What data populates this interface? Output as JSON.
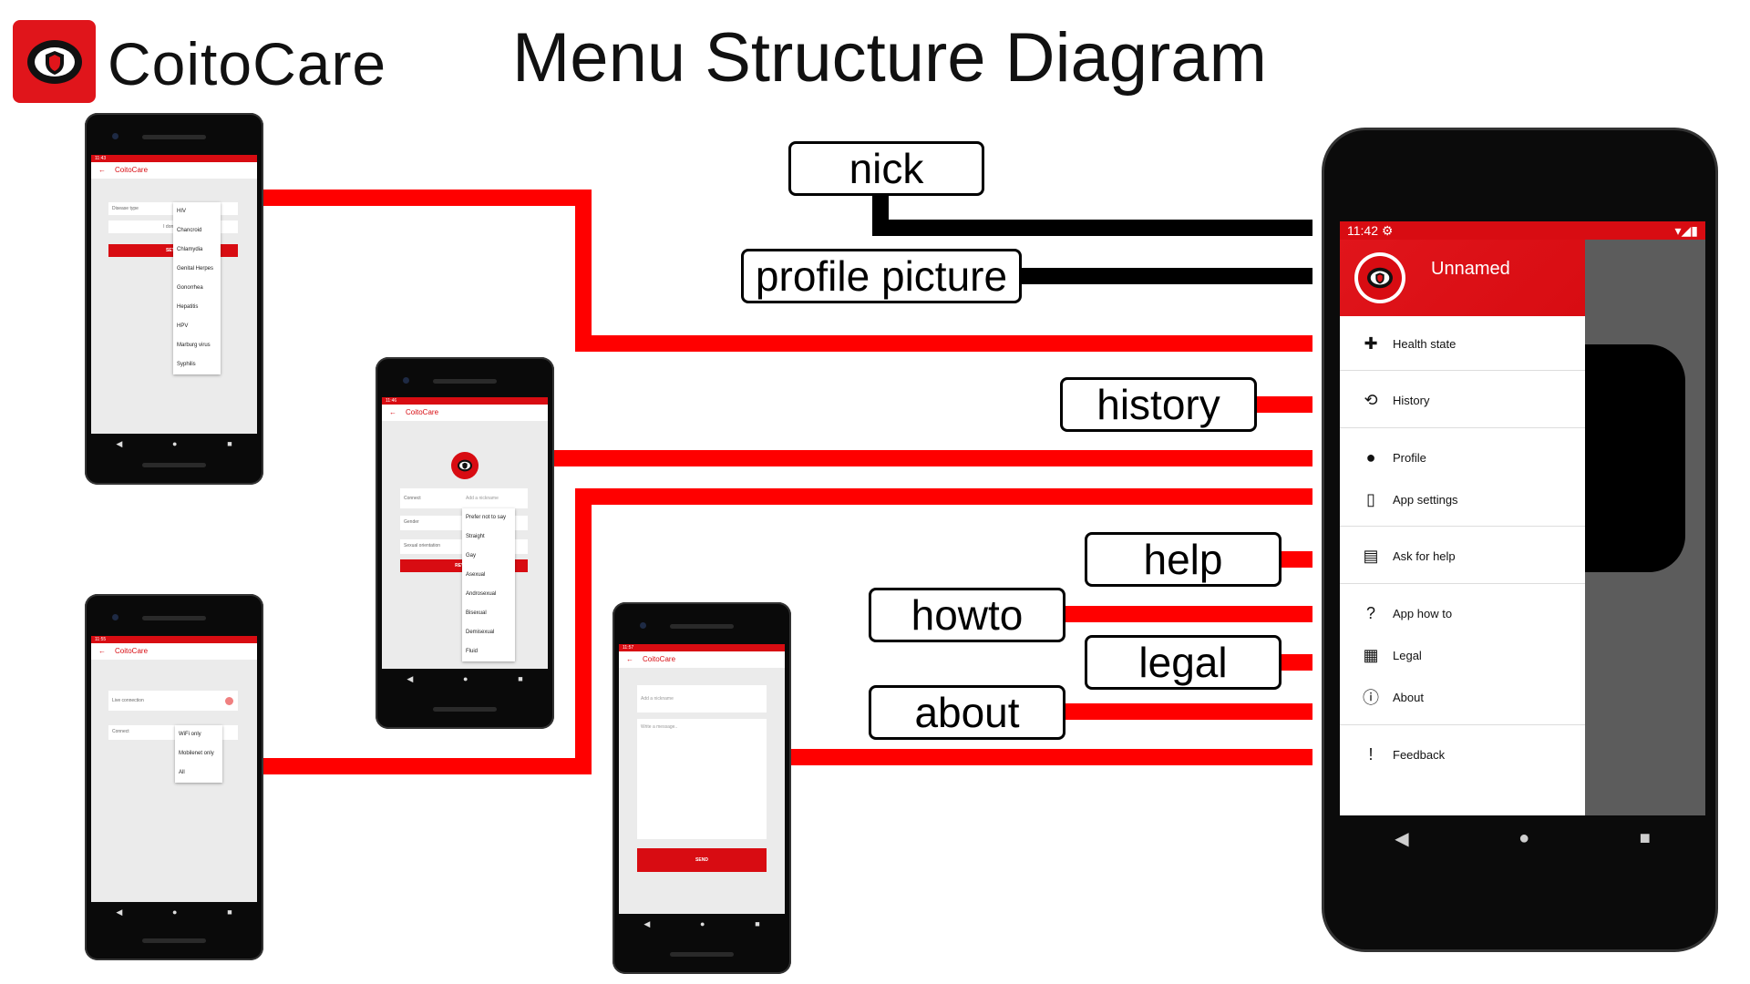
{
  "header": {
    "brand": "CoitoCare",
    "title": "Menu Structure Diagram"
  },
  "labels": {
    "nick": "nick",
    "profile_picture": "profile picture",
    "history": "history",
    "help": "help",
    "howto": "howto",
    "legal": "legal",
    "about": "about"
  },
  "colors": {
    "brand_red": "#e0151b",
    "connector_red": "#ff0000",
    "connector_black": "#000000"
  },
  "main_phone": {
    "time": "11:42",
    "user_name": "Unnamed",
    "menu": [
      {
        "icon": "medical-kit-icon",
        "label": "Health state"
      },
      {
        "icon": "history-icon",
        "label": "History"
      },
      {
        "icon": "person-icon",
        "label": "Profile"
      },
      {
        "icon": "phone-settings-icon",
        "label": "App settings"
      },
      {
        "icon": "chat-icon",
        "label": "Ask for help"
      },
      {
        "icon": "help-circle-icon",
        "label": "App how to"
      },
      {
        "icon": "library-icon",
        "label": "Legal"
      },
      {
        "icon": "info-icon",
        "label": "About"
      },
      {
        "icon": "feedback-icon",
        "label": "Feedback"
      }
    ]
  },
  "phone_health": {
    "time": "11:43",
    "app_title": "CoitoCare",
    "field_label": "Disease type",
    "field2": "I don't have",
    "button": "SET DI",
    "options": [
      "HIV",
      "Chancroid",
      "Chlamydia",
      "Genital Herpes",
      "Gonorrhea",
      "Hepatitis",
      "HPV",
      "Marburg virus",
      "Syphilis"
    ]
  },
  "phone_profile": {
    "time": "11:46",
    "app_title": "CoitoCare",
    "connect_label": "Connect",
    "nick_placeholder": "Add a nickname",
    "gender_label": "Gender",
    "orientation_label": "Sexual orientation",
    "button": "REVIEW",
    "options": [
      "Prefer not to say",
      "Straight",
      "Gay",
      "Asexual",
      "Androsexual",
      "Bisexual",
      "Demisexual",
      "Fluid"
    ]
  },
  "phone_settings": {
    "time": "11:55",
    "app_title": "CoitoCare",
    "live_label": "Live connection",
    "connect_label": "Connect",
    "options": [
      "WiFi only",
      "Mobilenet only",
      "All"
    ]
  },
  "phone_feedback": {
    "time": "11:57",
    "app_title": "CoitoCare",
    "nick_placeholder": "Add a nickname",
    "message_placeholder": "Write a message..",
    "button": "SEND"
  }
}
